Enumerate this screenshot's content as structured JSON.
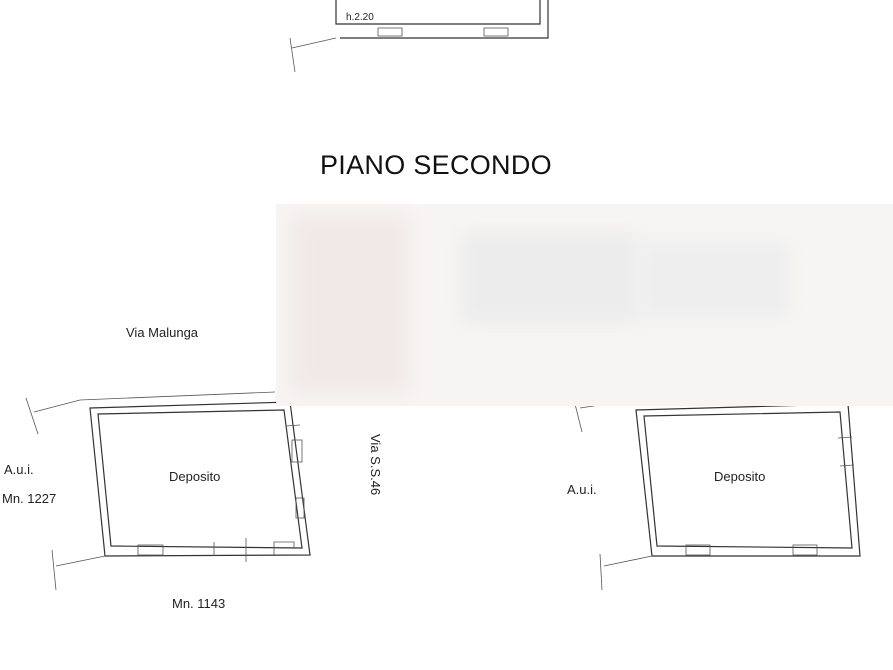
{
  "drawing": {
    "title": "PIANO SECONDO",
    "height_note": "h.2.20",
    "street_top": "Via Malunga",
    "street_side": "Via S.S.46",
    "left_room": "Deposito",
    "right_room": "Deposito",
    "left_neighbor_line1": "A.u.i.",
    "left_neighbor_line2": "Mn. 1227",
    "right_neighbor": "A.u.i.",
    "parcel_bottom": "Mn. 1143"
  },
  "colors": {
    "ink": "#333333",
    "blur_patch": "#f4f0ee"
  }
}
